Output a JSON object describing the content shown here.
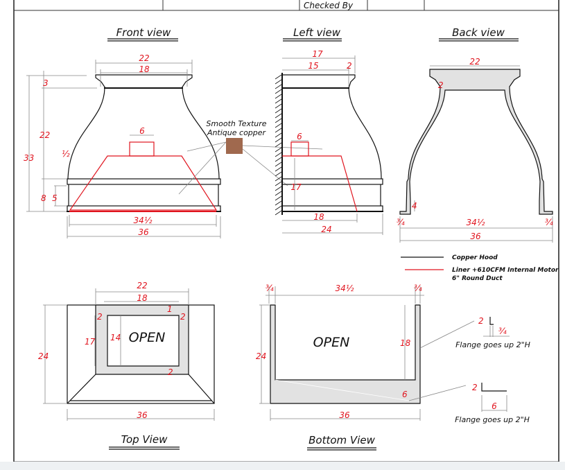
{
  "title_block": {
    "checked_by_label": "Checked By"
  },
  "views": {
    "front": {
      "title": "Front view",
      "dims": {
        "top_outer": "22",
        "top_inner": "18",
        "cap": "3",
        "body": "22",
        "overall_height": "33",
        "half": "½",
        "band": "8",
        "liner_band": "5",
        "duct": "6",
        "inner_width": "34½",
        "outer_width": "36"
      }
    },
    "left": {
      "title": "Left view",
      "dims": {
        "top_outer": "17",
        "top_inner": "15",
        "lip": "2",
        "duct": "6",
        "liner": "17",
        "liner_depth": "18",
        "depth": "24"
      }
    },
    "back": {
      "title": "Back view",
      "dims": {
        "top": "22",
        "lip": "2",
        "leg": "4",
        "left_wall": "¾",
        "inner_width": "34½",
        "right_wall": "¾",
        "outer_width": "36"
      }
    },
    "top": {
      "title": "Top View",
      "open_label": "OPEN",
      "dims": {
        "outer_top": "22",
        "inner_top": "18",
        "left_side": "2",
        "right_side": "2",
        "back_side": "1",
        "front_side": "2",
        "depth": "24",
        "inner_depth": "17",
        "open_depth": "14",
        "width": "36"
      }
    },
    "bottom": {
      "title": "Bottom View",
      "open_label": "OPEN",
      "dims": {
        "left_wall": "¾",
        "inner_width": "34½",
        "right_wall": "¾",
        "depth": "24",
        "open_depth": "18",
        "front": "6",
        "width": "36"
      }
    }
  },
  "material": {
    "line1": "Smooth Texture",
    "line2": "Antique copper",
    "swatch_color": "#a0694e"
  },
  "legend": [
    {
      "label": "Copper Hood",
      "color": "#111111"
    },
    {
      "label": "Liner +610CFM Internal Motor",
      "label2": "6\" Round Duct",
      "color": "#e0141e"
    }
  ],
  "flanges": [
    {
      "height": "2",
      "width": "¾",
      "note": "Flange goes up 2\"H"
    },
    {
      "height": "2",
      "width": "6",
      "note": "Flange goes up 2\"H"
    }
  ]
}
